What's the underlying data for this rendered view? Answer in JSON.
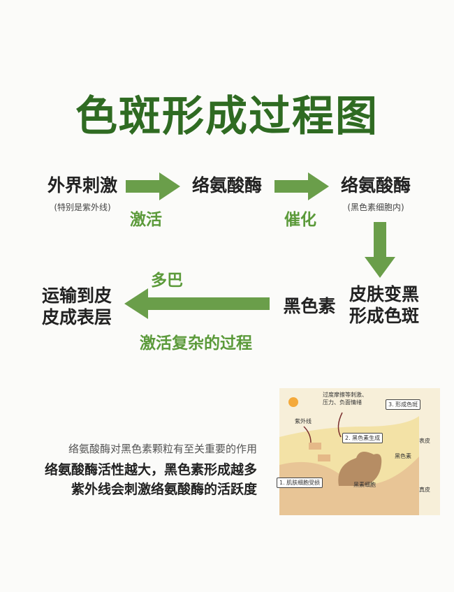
{
  "title": "色斑形成过程图",
  "flow": {
    "n1": {
      "label": "外界刺激",
      "sub": "(特别是紫外线)"
    },
    "e1": "激活",
    "n2": {
      "label": "络氨酸酶"
    },
    "e2": "催化",
    "n3": {
      "label": "络氨酸酶",
      "sub": "(黑色素细胞内)"
    },
    "n4": {
      "line1": "皮肤变黑",
      "line2": "形成色斑"
    },
    "n5": {
      "label": "黑色素"
    },
    "e3_top": "多巴",
    "e3_bottom": "激活复杂的过程",
    "n6": {
      "line1": "运输到皮",
      "line2": "皮成表层"
    }
  },
  "notes": [
    "络氨酸酶对黑色素颗粒有至关重要的作用",
    "络氨酸酶活性越大，黑色素形成越多",
    "紫外线会刺激络氨酸酶的活跃度"
  ],
  "illustration": {
    "stimulus": [
      "过度摩擦等刺激、",
      "压力、负面情绪"
    ],
    "uv": "紫外线",
    "step1": "1. 肌肤细胞受损",
    "step2": "2. 黑色素生成",
    "step3": "3. 形成色斑",
    "melanin": "黑色素",
    "melanocyte": "黑素细胞",
    "epidermis": "表皮",
    "dermis": "真皮"
  },
  "colors": {
    "title": "#2f6b22",
    "arrow": "#6a9e4a",
    "label": "#5b9a3a"
  }
}
